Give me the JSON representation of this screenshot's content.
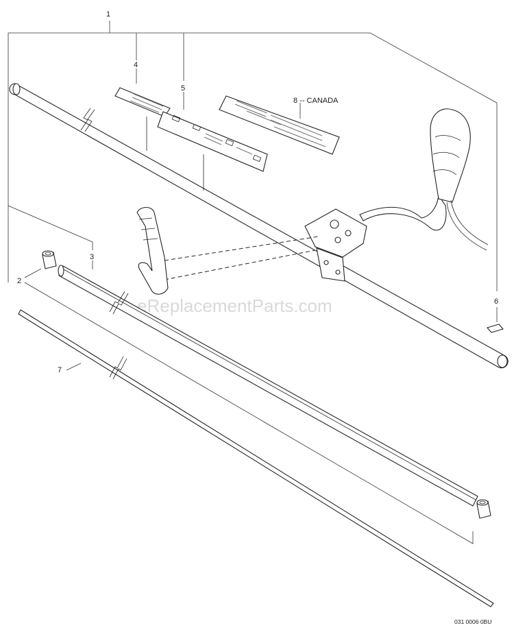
{
  "diagram": {
    "watermark": "eReplacementParts.com",
    "drawing_code": "031 0006 0BU",
    "callouts": [
      {
        "id": "c1",
        "label": "1"
      },
      {
        "id": "c2",
        "label": "2"
      },
      {
        "id": "c3",
        "label": "3"
      },
      {
        "id": "c4",
        "label": "4"
      },
      {
        "id": "c5",
        "label": "5"
      },
      {
        "id": "c6",
        "label": "6"
      },
      {
        "id": "c7",
        "label": "7"
      },
      {
        "id": "c8",
        "label": "8 -- CANADA"
      }
    ]
  },
  "colors": {
    "line": "#222222",
    "watermark": "#d9d9d9",
    "background": "#ffffff"
  }
}
